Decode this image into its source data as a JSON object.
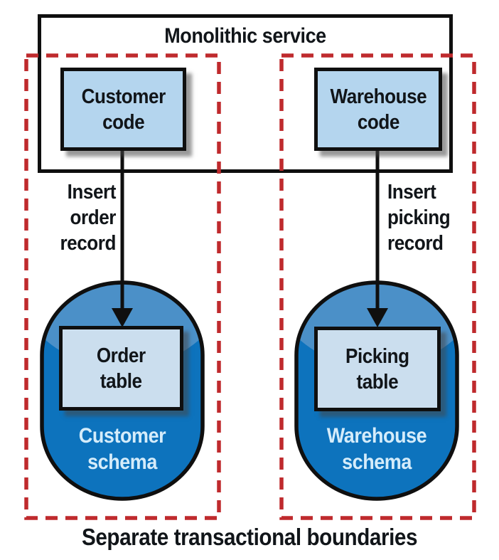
{
  "monolith": {
    "label": "Monolithic service"
  },
  "customer": {
    "code_label": "Customer\ncode",
    "insert_label": "Insert\norder\nrecord",
    "table_label": "Order\ntable",
    "schema_label": "Customer\nschema"
  },
  "warehouse": {
    "code_label": "Warehouse\ncode",
    "insert_label": "Insert\npicking\nrecord",
    "table_label": "Picking\ntable",
    "schema_label": "Warehouse\nschema"
  },
  "caption": "Separate transactional boundaries",
  "colors": {
    "outline": "#0f0f0f",
    "boundary_red": "#bf2a2d",
    "box_fill": "#b4d5ee",
    "table_fill": "#cbdeee",
    "cylinder_top": "#4b90c8",
    "cylinder_body": "#0d73bd",
    "schema_text": "#d5ecfa",
    "label_text": "#111519"
  }
}
